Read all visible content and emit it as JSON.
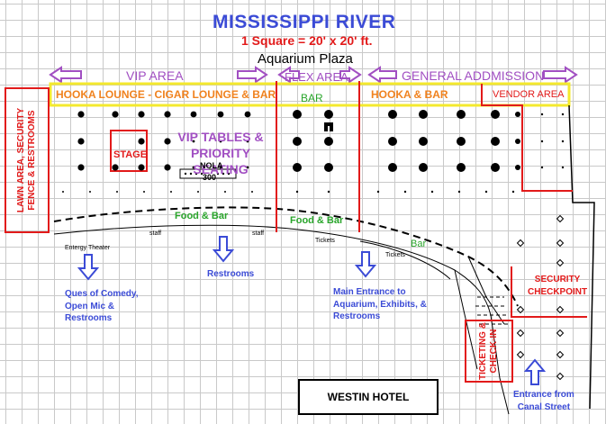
{
  "title": "MISSISSIPPI RIVER",
  "scale": "1 Square  = 20' x 20' ft.",
  "plaza": "Aquarium Plaza",
  "areas": {
    "vip": "VIP AREA",
    "flex": "FLEX AREA",
    "general": "GENERAL ADDMISSION"
  },
  "zones": {
    "hooka_lounge": "HOOKA LOUNGE - CIGAR LOUNGE & BAR",
    "bar": "BAR",
    "hooka_bar": "HOOKA & BAR",
    "vendor": "VENDOR AREA",
    "stage": "STAGE",
    "vip_tables": "VIP TABLES & PRIORITY SEATING",
    "nola_line1": "NOLA",
    "nola_line2": "300",
    "lawn_line1": "LAWN AREA, SECURITY",
    "lawn_line2": "FENCE & RESTROOMS",
    "security_line1": "SECURITY",
    "security_line2": "CHECKPOINT",
    "ticketing_line1": "TICKETING &",
    "ticketing_line2": "CHECK-IN"
  },
  "food": {
    "food_bar_1": "Food & Bar",
    "food_bar_2": "Food & Bar",
    "bar_green": "Bar"
  },
  "small_labels": {
    "entergy": "Entergy Theater",
    "staff_1": "staff",
    "staff_2": "staff",
    "tickets_1": "Tickets",
    "tickets_2": "Tickets"
  },
  "notes": {
    "comedy_1": "Ques of Comedy,",
    "comedy_2": "Open Mic &",
    "comedy_3": "Restrooms",
    "restrooms": "Restrooms",
    "main_1": "Main Entrance to",
    "main_2": "Aquarium, Exhibits, &",
    "main_3": "Restrooms",
    "canal_1": "Entrance from",
    "canal_2": "Canal Street"
  },
  "building": "WESTIN HOTEL",
  "colors": {
    "title": "#3b4bd6",
    "accent_red": "#e21a1a",
    "area_purple": "#a14fc2",
    "lounge_orange": "#f0821e",
    "lounge_border_yellow": "#f4e92d",
    "green": "#29a52b",
    "grid": "#c9c9c9"
  }
}
